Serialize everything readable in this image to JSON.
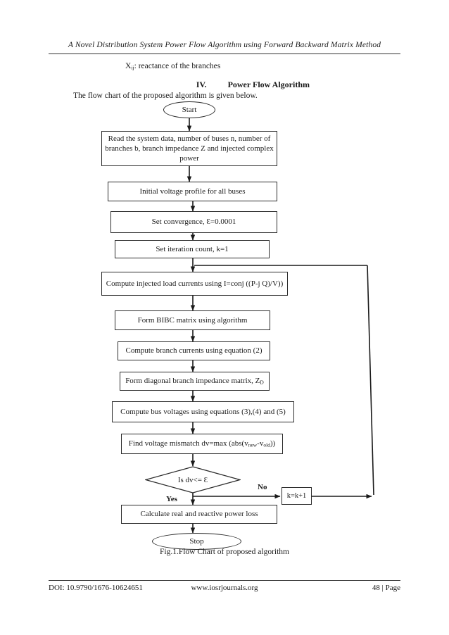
{
  "header": {
    "running_title": "A Novel Distribution System Power Flow Algorithm using Forward Backward Matrix Method"
  },
  "body": {
    "nomenclature_line": ": reactance of the branches",
    "nomenclature_symbol": "X",
    "nomenclature_subscript": "ij",
    "section_number": "IV.",
    "section_title": "Power Flow Algorithm",
    "lead_text": "The flow chart of the proposed algorithm is given below."
  },
  "flowchart": {
    "caption": "Fig.1.Flow Chart of proposed algorithm",
    "nodes": {
      "start": "Start",
      "read_data": "Read the system data, number of buses n, number of branches b, branch impedance Z and injected complex power",
      "initial_voltage": "Initial voltage profile for all buses",
      "convergence": "Set convergence, Ɛ=0.0001",
      "iteration": "Set iteration count, k=1",
      "injected_currents": "Compute injected load currents using I=conj ((P-j Q)/V))",
      "bibc": "Form BIBC matrix using algorithm",
      "branch_currents": "Compute branch currents using equation (2)",
      "zd_prefix": "Form diagonal branch impedance matrix, Z",
      "zd_subscript": "D",
      "bus_voltages": "Compute bus voltages using equations (3),(4) and (5)",
      "mismatch_pre": "Find voltage mismatch dv=max (abs(v",
      "mismatch_sub1": "new",
      "mismatch_mid": "-v",
      "mismatch_sub2": "old",
      "mismatch_post": "))",
      "decision": "Is dv<= Ɛ",
      "increment": "k=k+1",
      "power_loss": "Calculate real and reactive power loss",
      "stop": "Stop"
    },
    "edge_labels": {
      "yes": "Yes",
      "no": "No"
    }
  },
  "footer": {
    "doi": "DOI: 10.9790/1676-10624651",
    "site": "www.iosrjournals.org",
    "page": "48 | Page"
  }
}
